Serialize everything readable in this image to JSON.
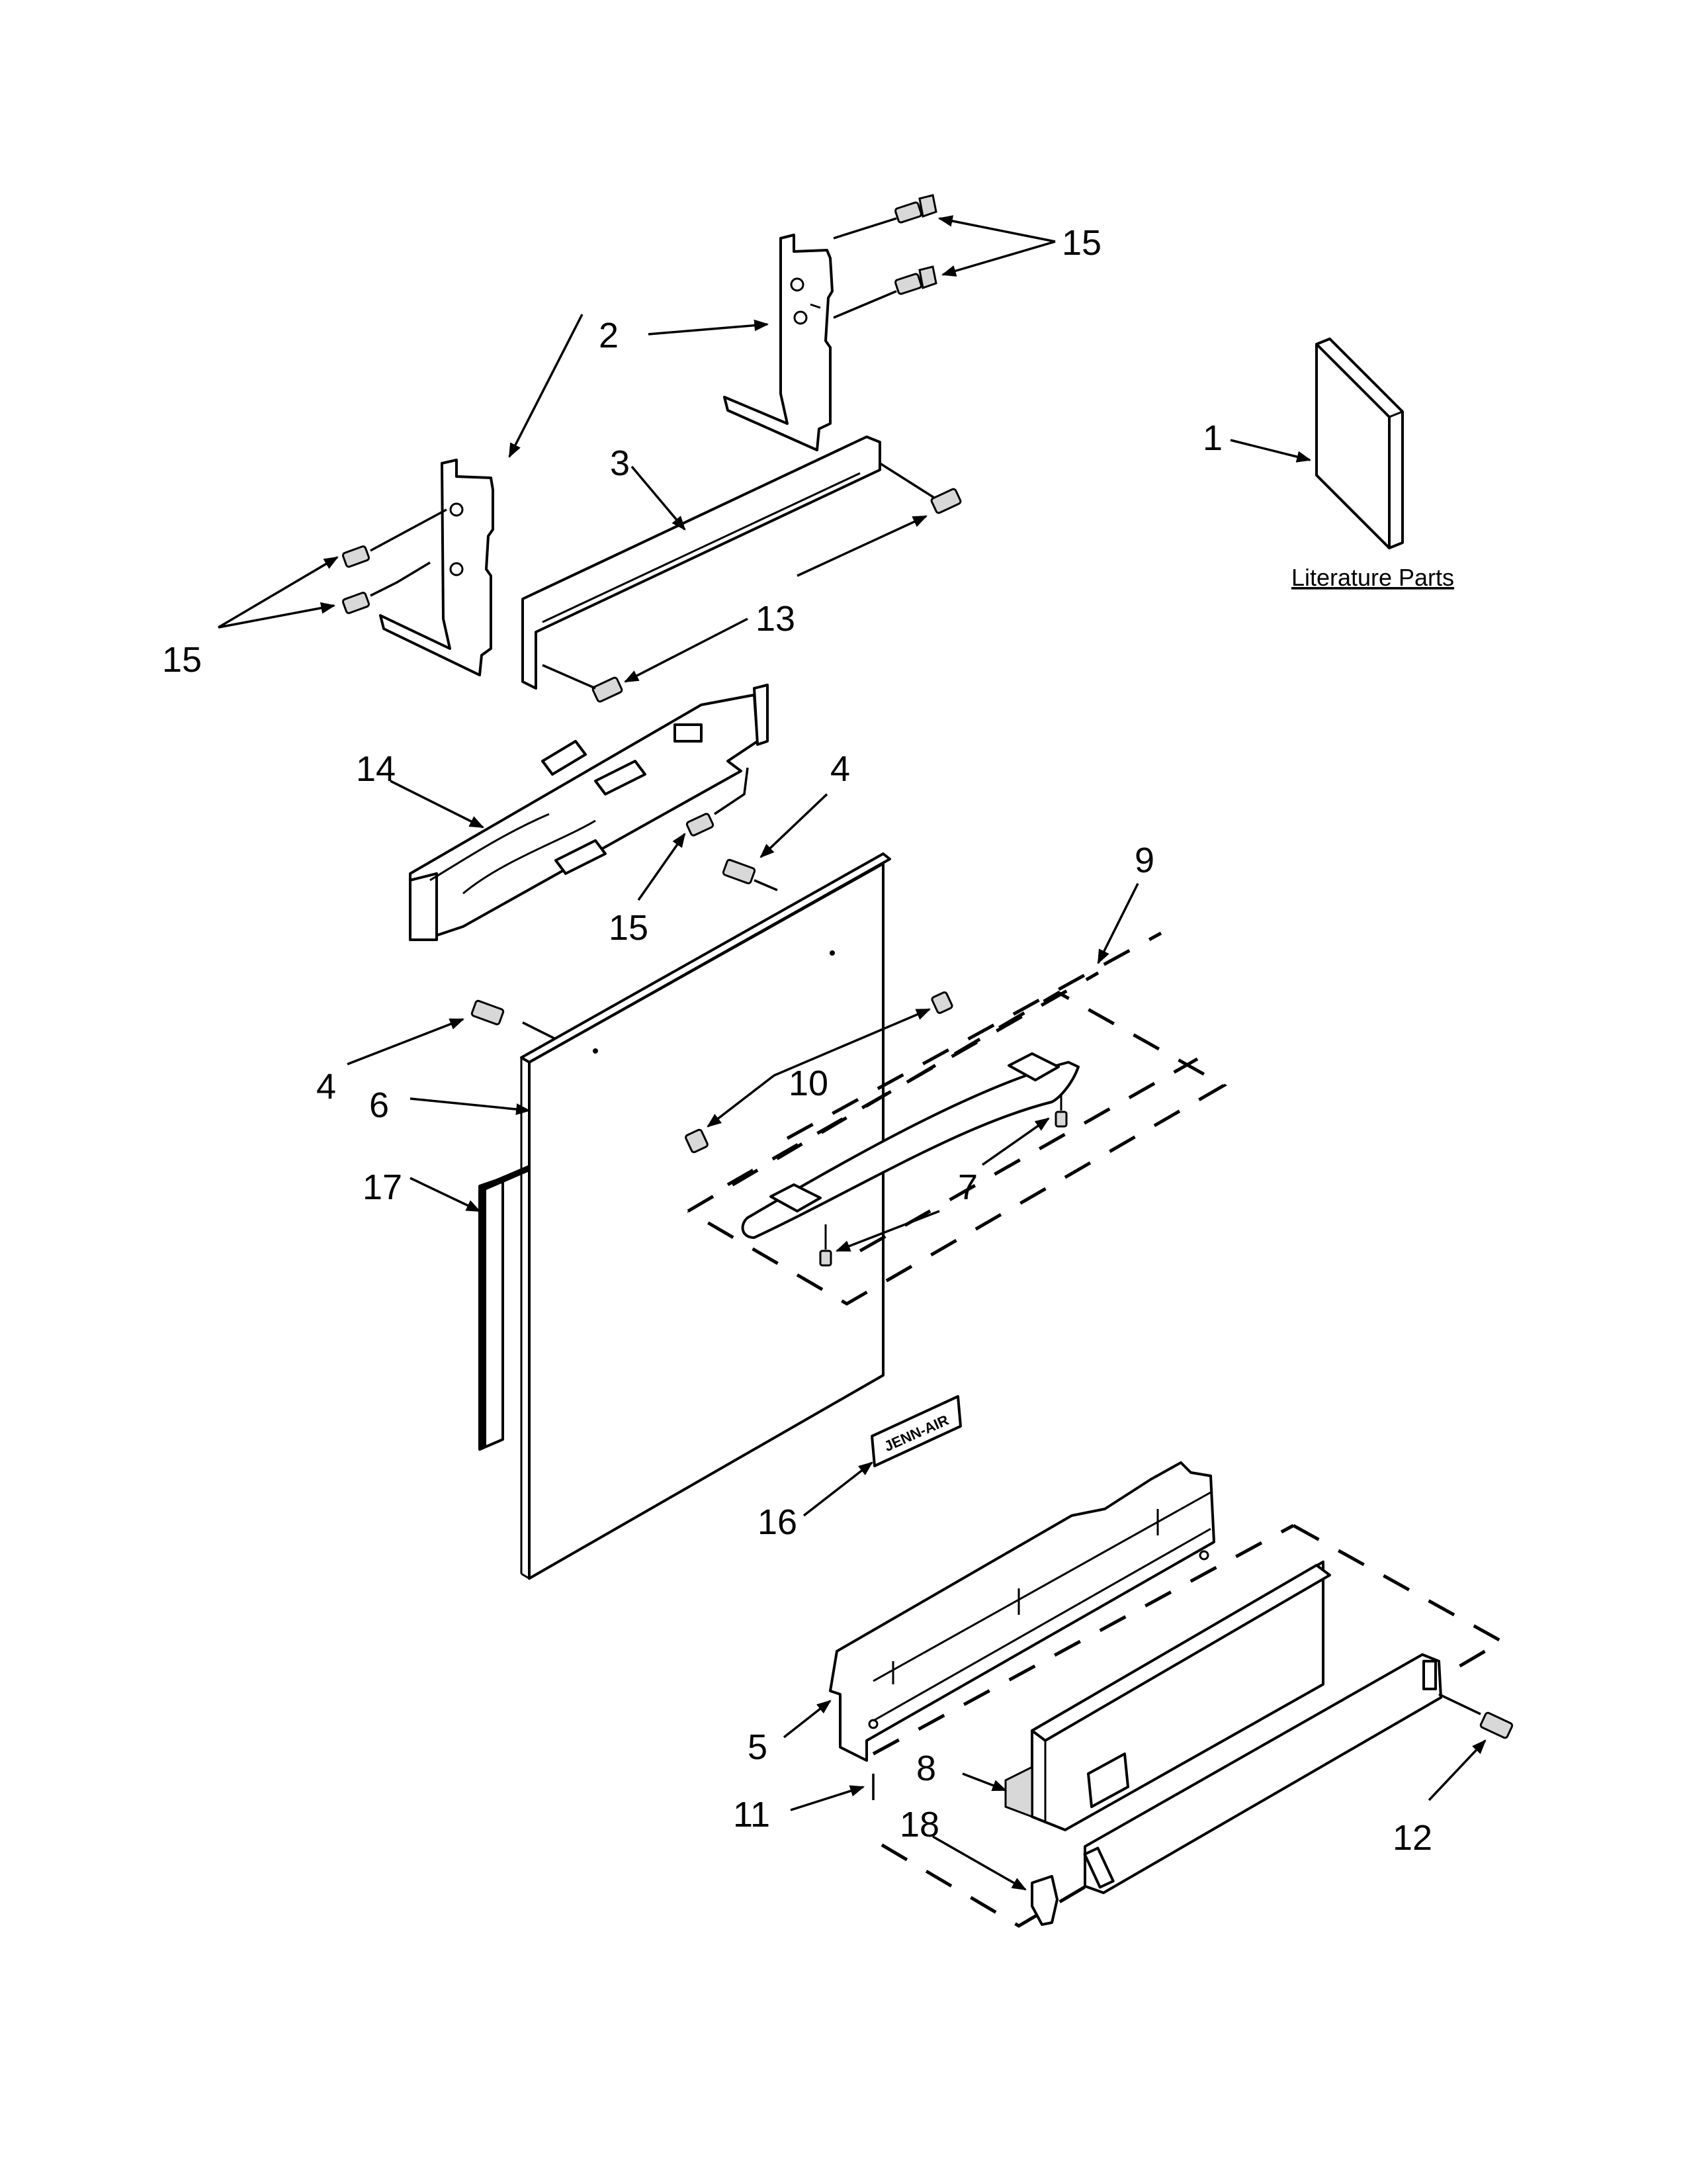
{
  "diagram": {
    "literature_label": "Literature Parts",
    "brand_badge": "JENN-AIR",
    "callouts": {
      "c1": "1",
      "c2": "2",
      "c3": "3",
      "c4a": "4",
      "c4b": "4",
      "c5": "5",
      "c6": "6",
      "c7": "7",
      "c8": "8",
      "c9": "9",
      "c10": "10",
      "c11": "11",
      "c12": "12",
      "c13": "13",
      "c14": "14",
      "c15a": "15",
      "c15b": "15",
      "c15c": "15",
      "c16": "16",
      "c17": "17",
      "c18": "18"
    }
  }
}
